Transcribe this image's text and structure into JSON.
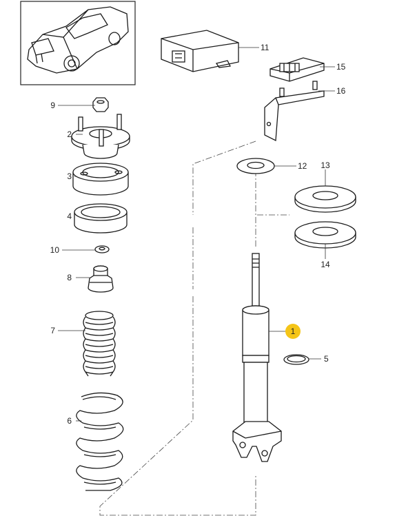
{
  "colors": {
    "line": "#1a1a1a",
    "highlight": "#f5c518",
    "background": "#ffffff"
  },
  "callouts": [
    {
      "id": "1",
      "label": "1",
      "highlighted": true
    },
    {
      "id": "2",
      "label": "2"
    },
    {
      "id": "3",
      "label": "3"
    },
    {
      "id": "4",
      "label": "4"
    },
    {
      "id": "5",
      "label": "5"
    },
    {
      "id": "6",
      "label": "6"
    },
    {
      "id": "7",
      "label": "7"
    },
    {
      "id": "8",
      "label": "8"
    },
    {
      "id": "9",
      "label": "9"
    },
    {
      "id": "10",
      "label": "10"
    },
    {
      "id": "11",
      "label": "11"
    },
    {
      "id": "12",
      "label": "12"
    },
    {
      "id": "13",
      "label": "13"
    },
    {
      "id": "14",
      "label": "14"
    },
    {
      "id": "15",
      "label": "15"
    },
    {
      "id": "16",
      "label": "16"
    }
  ]
}
